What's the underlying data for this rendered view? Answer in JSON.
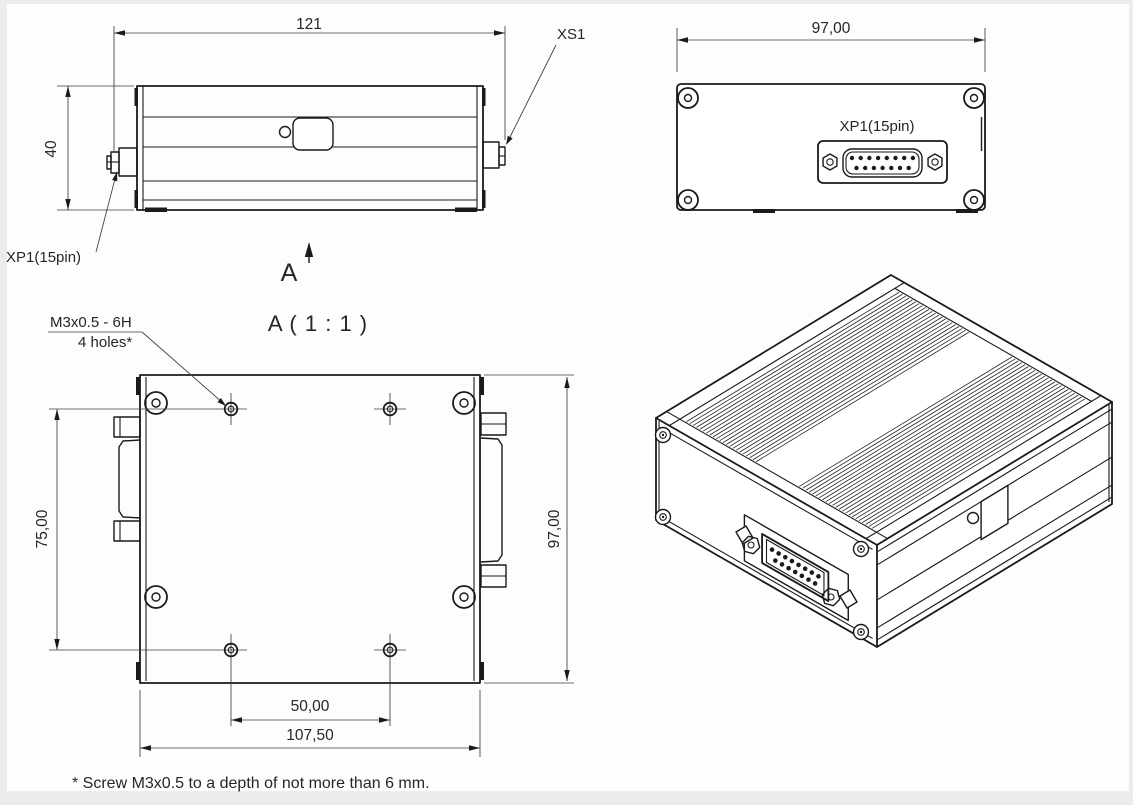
{
  "drawing": {
    "side_view": {
      "width_dim": "121",
      "height_dim": "40",
      "connector_right_label": "XS1",
      "connector_left_label": "XP1(15pin)",
      "section_marker": "A"
    },
    "front_view": {
      "width_dim": "97,00",
      "connector_label": "XP1(15pin)"
    },
    "bottom_view": {
      "title": "A ( 1 : 1 )",
      "thread_callout_line1": "M3x0.5 - 6H",
      "thread_callout_line2": "4 holes*",
      "hole_pattern_height_dim": "75,00",
      "overall_height_dim": "97,00",
      "hole_pattern_width_dim": "50,00",
      "overall_width_dim": "107,50"
    },
    "footnote": "* Screw M3x0.5 to a depth of not more than 6 mm."
  }
}
